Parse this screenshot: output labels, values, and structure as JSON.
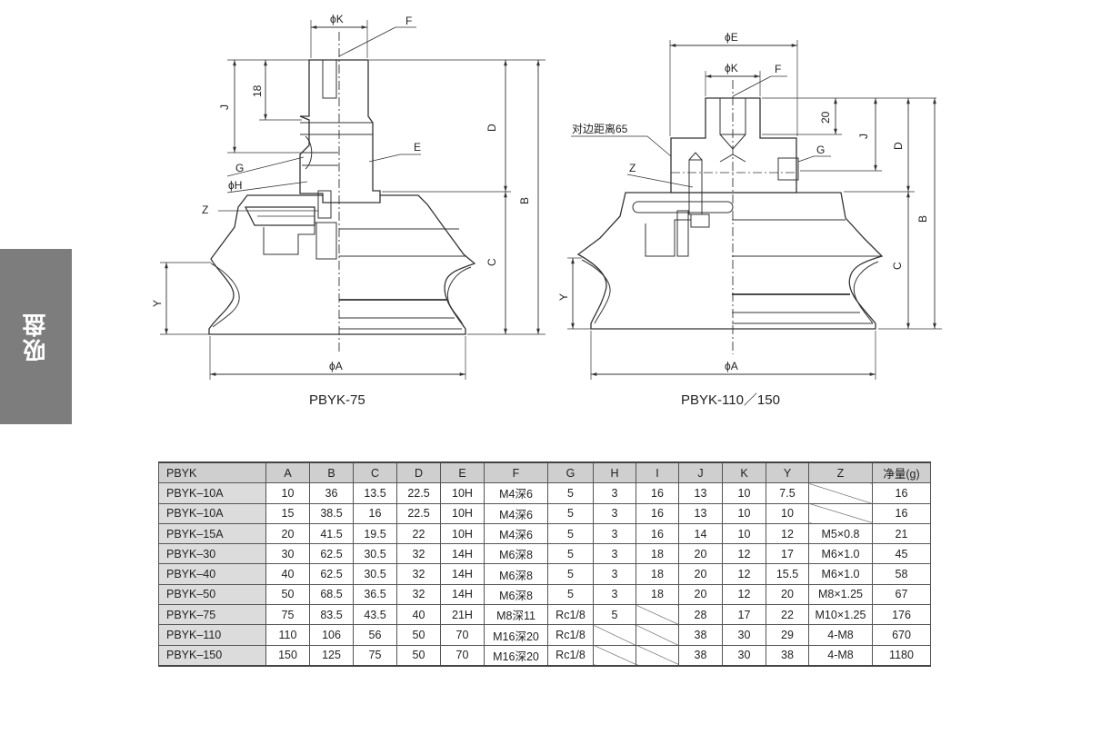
{
  "side_tab": {
    "label": "吸盘"
  },
  "figures": {
    "left": {
      "caption": "PBYK-75",
      "labels": {
        "phiK": "ϕK",
        "F": "F",
        "J": "J",
        "dim18": "18",
        "D": "D",
        "E": "E",
        "G": "G",
        "phiH": "ϕH",
        "Z": "Z",
        "B": "B",
        "C": "C",
        "Y": "Y",
        "phiA": "ϕA"
      }
    },
    "right": {
      "caption": "PBYK-110／150",
      "labels": {
        "phiE": "ϕE",
        "phiK": "ϕK",
        "F": "F",
        "across_flats": "对边距离65",
        "dim20": "20",
        "J": "J",
        "D": "D",
        "G": "G",
        "Z": "Z",
        "B": "B",
        "C": "C",
        "Y": "Y",
        "phiA": "ϕA"
      }
    }
  },
  "table": {
    "headers": [
      "PBYK",
      "A",
      "B",
      "C",
      "D",
      "E",
      "F",
      "G",
      "H",
      "I",
      "J",
      "K",
      "Y",
      "Z",
      "净量(g)"
    ],
    "rows": [
      [
        "PBYK–10A",
        "10",
        "36",
        "13.5",
        "22.5",
        "10H",
        "M4深6",
        "5",
        "3",
        "16",
        "13",
        "10",
        "7.5",
        "",
        "16"
      ],
      [
        "PBYK–10A",
        "15",
        "38.5",
        "16",
        "22.5",
        "10H",
        "M4深6",
        "5",
        "3",
        "16",
        "13",
        "10",
        "10",
        "",
        "16"
      ],
      [
        "PBYK–15A",
        "20",
        "41.5",
        "19.5",
        "22",
        "10H",
        "M4深6",
        "5",
        "3",
        "16",
        "14",
        "10",
        "12",
        "M5×0.8",
        "21"
      ],
      [
        "PBYK–30",
        "30",
        "62.5",
        "30.5",
        "32",
        "14H",
        "M6深8",
        "5",
        "3",
        "18",
        "20",
        "12",
        "17",
        "M6×1.0",
        "45"
      ],
      [
        "PBYK–40",
        "40",
        "62.5",
        "30.5",
        "32",
        "14H",
        "M6深8",
        "5",
        "3",
        "18",
        "20",
        "12",
        "15.5",
        "M6×1.0",
        "58"
      ],
      [
        "PBYK–50",
        "50",
        "68.5",
        "36.5",
        "32",
        "14H",
        "M6深8",
        "5",
        "3",
        "18",
        "20",
        "12",
        "20",
        "M8×1.25",
        "67"
      ],
      [
        "PBYK–75",
        "75",
        "83.5",
        "43.5",
        "40",
        "21H",
        "M8深11",
        "Rc1/8",
        "5",
        "",
        "28",
        "17",
        "22",
        "M10×1.25",
        "176"
      ],
      [
        "PBYK–110",
        "110",
        "106",
        "56",
        "50",
        "70",
        "M16深20",
        "Rc1/8",
        "",
        "",
        "38",
        "30",
        "29",
        "4-M8",
        "670"
      ],
      [
        "PBYK–150",
        "150",
        "125",
        "75",
        "50",
        "70",
        "M16深20",
        "Rc1/8",
        "",
        "",
        "38",
        "30",
        "38",
        "4-M8",
        "1180"
      ]
    ]
  }
}
